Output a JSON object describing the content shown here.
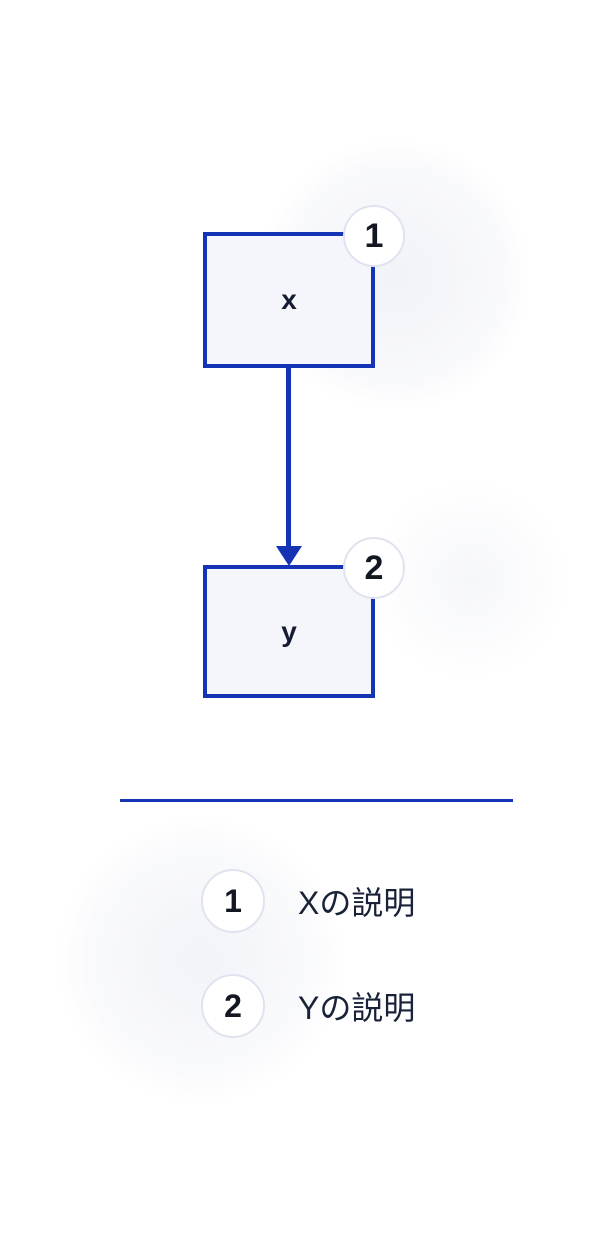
{
  "colors": {
    "accent_blue": "#1533b5",
    "node_fill": "#f5f6fb",
    "node_border": "#1533b5",
    "badge_fill": "#ffffff",
    "badge_border": "#e0e3ef",
    "text_dark": "#131c33",
    "background": "#ffffff"
  },
  "diagram": {
    "type": "flowchart",
    "nodes": [
      {
        "id": "x",
        "label": "x",
        "badge": "1"
      },
      {
        "id": "y",
        "label": "y",
        "badge": "2"
      }
    ],
    "edges": [
      {
        "from": "x",
        "to": "y",
        "direction": "down",
        "style": "solid-arrow"
      }
    ]
  },
  "legend": {
    "items": [
      {
        "number": "1",
        "text": "Xの説明"
      },
      {
        "number": "2",
        "text": "Yの説明"
      }
    ]
  }
}
